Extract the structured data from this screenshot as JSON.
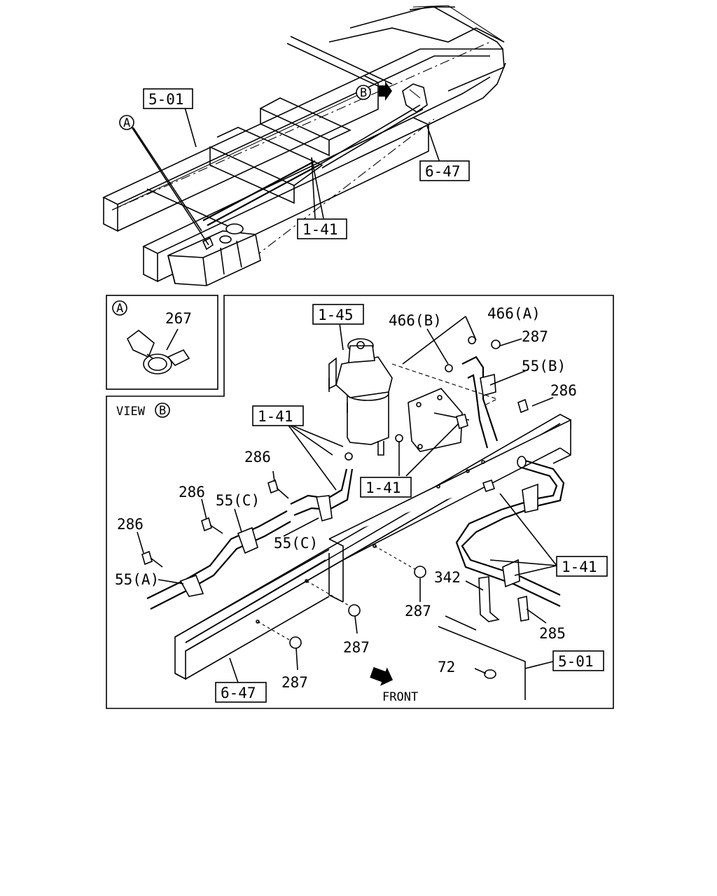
{
  "callouts": {
    "frame_top": "5-01",
    "ref_a": "A",
    "ref_b": "B",
    "crossmember_top": "6-47",
    "pipe_top": "1-41",
    "detail_a_ref": "A",
    "detail_a_part": "267",
    "filter": "1-45",
    "p466b": "466(B)",
    "p466a": "466(A)",
    "p287_top": "287",
    "p55b": "55(B)",
    "p286_right": "286",
    "view_label": "VIEW",
    "view_ref": "B",
    "pipe_left": "1-41",
    "pipe_mid": "1-41",
    "pipe_right": "1-41",
    "p286_a": "286",
    "p286_b": "286",
    "p286_c": "286",
    "p55c_top": "55(C)",
    "p55c_bot": "55(C)",
    "p55a": "55(A)",
    "p342": "342",
    "p287_mid": "287",
    "p287_low": "287",
    "p287_bot": "287",
    "p285": "285",
    "p72": "72",
    "frame_bottom": "5-01",
    "crossmember_bottom": "6-47",
    "front": "FRONT"
  }
}
